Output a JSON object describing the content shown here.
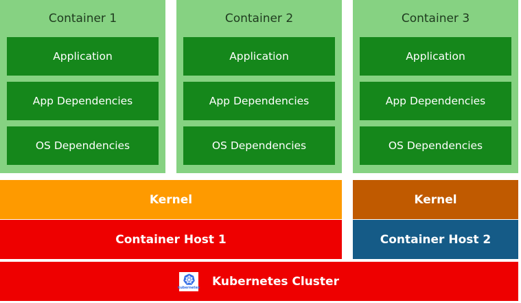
{
  "containers": [
    {
      "title": "Container 1",
      "layers": [
        "Application",
        "App Dependencies",
        "OS Dependencies"
      ]
    },
    {
      "title": "Container 2",
      "layers": [
        "Application",
        "App Dependencies",
        "OS Dependencies"
      ]
    },
    {
      "title": "Container 3",
      "layers": [
        "Application",
        "App Dependencies",
        "OS Dependencies"
      ]
    }
  ],
  "host1": {
    "kernel": "Kernel",
    "host": "Container Host 1"
  },
  "host2": {
    "kernel": "Kernel",
    "host": "Container Host 2"
  },
  "cluster": {
    "label": "Kubernetes Cluster",
    "logo_text": "kubernetes",
    "logo_icon": "kubernetes-helm-icon"
  },
  "colors": {
    "container_bg": "#86d282",
    "layer_green": "#15871b",
    "kernel_host1": "#fe9a00",
    "kernel_host2": "#c05a00",
    "host1_red": "#ee0000",
    "host2_blue": "#155b87",
    "cluster_red": "#ee0000"
  }
}
